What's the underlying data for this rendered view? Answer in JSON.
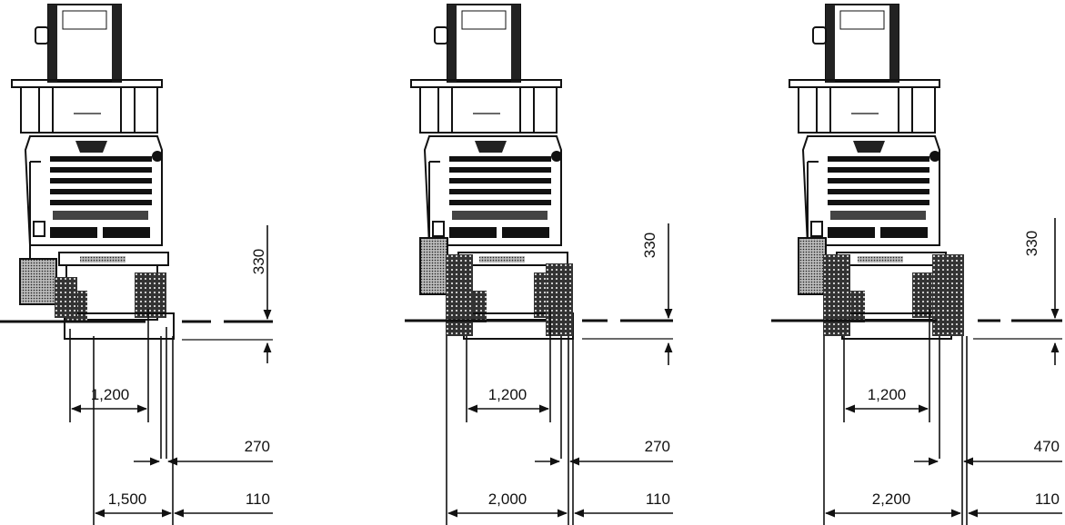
{
  "panels": [
    {
      "id": "left",
      "dims": {
        "vertical": "330",
        "inner_width": "1,200",
        "side_gap": "270",
        "overall_width": "1,500",
        "right_offset": "110"
      }
    },
    {
      "id": "middle",
      "dims": {
        "vertical": "330",
        "inner_width": "1,200",
        "side_gap": "270",
        "overall_width": "2,000",
        "right_offset": "110"
      }
    },
    {
      "id": "right",
      "dims": {
        "vertical": "330",
        "inner_width": "1,200",
        "side_gap": "470",
        "overall_width": "2,200",
        "right_offset": "110"
      }
    }
  ]
}
